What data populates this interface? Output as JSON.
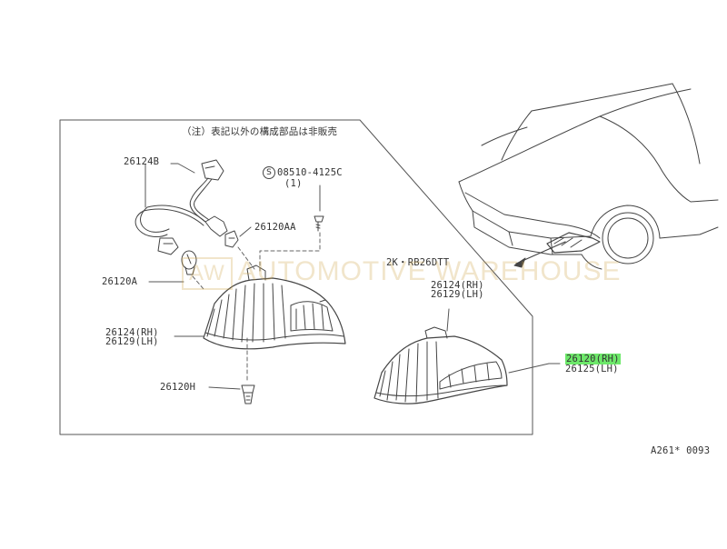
{
  "diagram": {
    "note": "（注）表記以外の構成部品は非販売",
    "engine": "2K・RB26DTT",
    "diagram_code": "A261* 0093",
    "watermark": {
      "logo": "AW",
      "text": "AUTOMOTIVE WAREHOUSE"
    },
    "parts": {
      "socket": "26124B",
      "screw_code": "08510-4125C",
      "screw_qty": "(1)",
      "bulb_small": "26120AA",
      "bulb": "26120A",
      "lens_rh": "26124(RH)",
      "lens_lh": "26129(LH)",
      "clip": "26120H",
      "right_lens_rh": "26124(RH)",
      "right_lens_lh": "26129(LH)",
      "assy_rh": "26120(RH)",
      "assy_lh": "26125(LH)"
    },
    "highlight_color": "#6de86a"
  }
}
